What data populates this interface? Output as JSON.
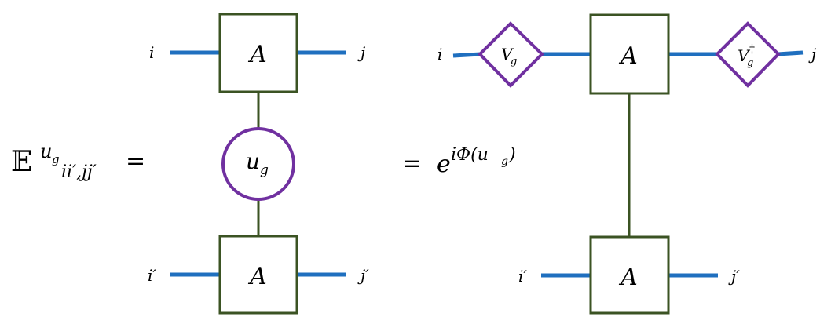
{
  "colors": {
    "leg": "#1f6fbf",
    "box": "#3b5323",
    "symmetry": "#7030a0",
    "text": "#000000"
  },
  "lhs": {
    "blackboard_E": "𝔼",
    "superscript_u": "u",
    "superscript_g": "g",
    "subscript": "ii′,jj′",
    "equals": "="
  },
  "rhs": {
    "equals": "=",
    "phase_e": "e",
    "phase_exponent": "iΦ(u",
    "phase_exponent_sub": "g",
    "phase_close": ")"
  },
  "left_network": {
    "top_tensor": "A",
    "bottom_tensor": "A",
    "operator_main": "u",
    "operator_sub": "g",
    "top_left_index": "i",
    "top_right_index": "j",
    "bottom_left_index": "i′",
    "bottom_right_index": "j′"
  },
  "right_network": {
    "top_tensor": "A",
    "bottom_tensor": "A",
    "left_gate_main": "V",
    "left_gate_sub": "g",
    "right_gate_main": "V",
    "right_gate_sub": "g",
    "right_gate_sup": "†",
    "top_left_index": "i",
    "top_right_index": "j",
    "bottom_left_index": "i′",
    "bottom_right_index": "j′"
  }
}
